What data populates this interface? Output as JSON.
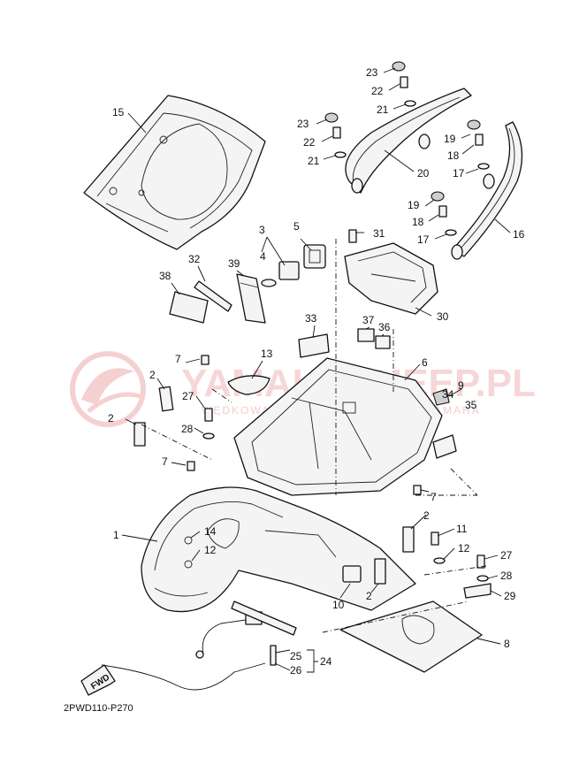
{
  "watermark": {
    "brand": "YAMAHASHEEP.PL",
    "tagline": "WĘDKOWANIE CZĘŚCI ZAMIENNE YAMAHA"
  },
  "diagram_code": "2PWD110-P270",
  "fwd_label": "FWD",
  "callouts": {
    "p1": "1",
    "p2a": "2",
    "p2b": "2",
    "p2c": "2",
    "p2d": "2",
    "p3": "3",
    "p4": "4",
    "p5": "5",
    "p6": "6",
    "p7a": "7",
    "p7b": "7",
    "p7c": "7",
    "p8": "8",
    "p9": "9",
    "p10": "10",
    "p11": "11",
    "p12a": "12",
    "p12b": "12",
    "p13": "13",
    "p14": "14",
    "p15": "15",
    "p16": "16",
    "p17a": "17",
    "p17b": "17",
    "p18a": "18",
    "p18b": "18",
    "p19a": "19",
    "p19b": "19",
    "p20": "20",
    "p21a": "21",
    "p21b": "21",
    "p22a": "22",
    "p22b": "22",
    "p23a": "23",
    "p23b": "23",
    "p24": "24",
    "p25": "25",
    "p26": "26",
    "p27a": "27",
    "p27b": "27",
    "p28a": "28",
    "p28b": "28",
    "p29": "29",
    "p30": "30",
    "p31": "31",
    "p32": "32",
    "p33": "33",
    "p34": "34",
    "p35": "35",
    "p36": "36",
    "p37": "37",
    "p38": "38",
    "p39": "39"
  },
  "colors": {
    "watermark": "#d94848",
    "ink": "#111111"
  }
}
